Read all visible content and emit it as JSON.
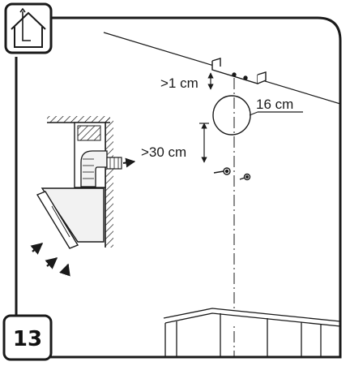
{
  "step_number": "13",
  "icon": "house-chimney-icon",
  "labels": {
    "clearance_top": ">1 cm",
    "duct_diameter": "16 cm",
    "clearance_bracket": ">30 cm"
  },
  "colors": {
    "line": "#1a1a1a",
    "background": "#ffffff",
    "hood_fill": "#f2f2f2"
  }
}
